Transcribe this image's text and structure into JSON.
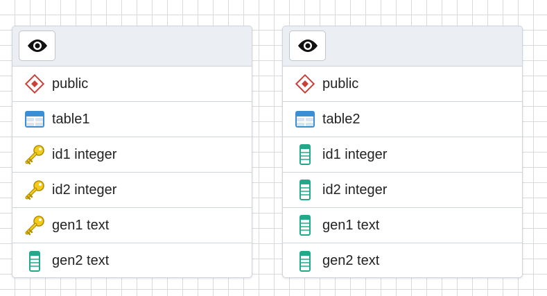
{
  "entities": [
    {
      "schema": "public",
      "table": "table1",
      "columns": [
        {
          "label": "id1 integer",
          "kind": "primary-key"
        },
        {
          "label": "id2 integer",
          "kind": "primary-key"
        },
        {
          "label": "gen1 text",
          "kind": "primary-key"
        },
        {
          "label": "gen2 text",
          "kind": "column"
        }
      ]
    },
    {
      "schema": "public",
      "table": "table2",
      "columns": [
        {
          "label": "id1 integer",
          "kind": "column"
        },
        {
          "label": "id2 integer",
          "kind": "column"
        },
        {
          "label": "gen1 text",
          "kind": "column"
        },
        {
          "label": "gen2 text",
          "kind": "column"
        }
      ]
    }
  ],
  "icons": {
    "toggle": "eye-icon",
    "schema": "schema-icon",
    "table": "table-icon",
    "primary_key": "key-icon",
    "column": "column-icon"
  },
  "colors": {
    "schema_icon": "#c9403b",
    "table_icon": "#3a8fd4",
    "key_icon": "#f2cb1d",
    "column_icon": "#21a98a",
    "header_bg": "#ebeef3"
  }
}
